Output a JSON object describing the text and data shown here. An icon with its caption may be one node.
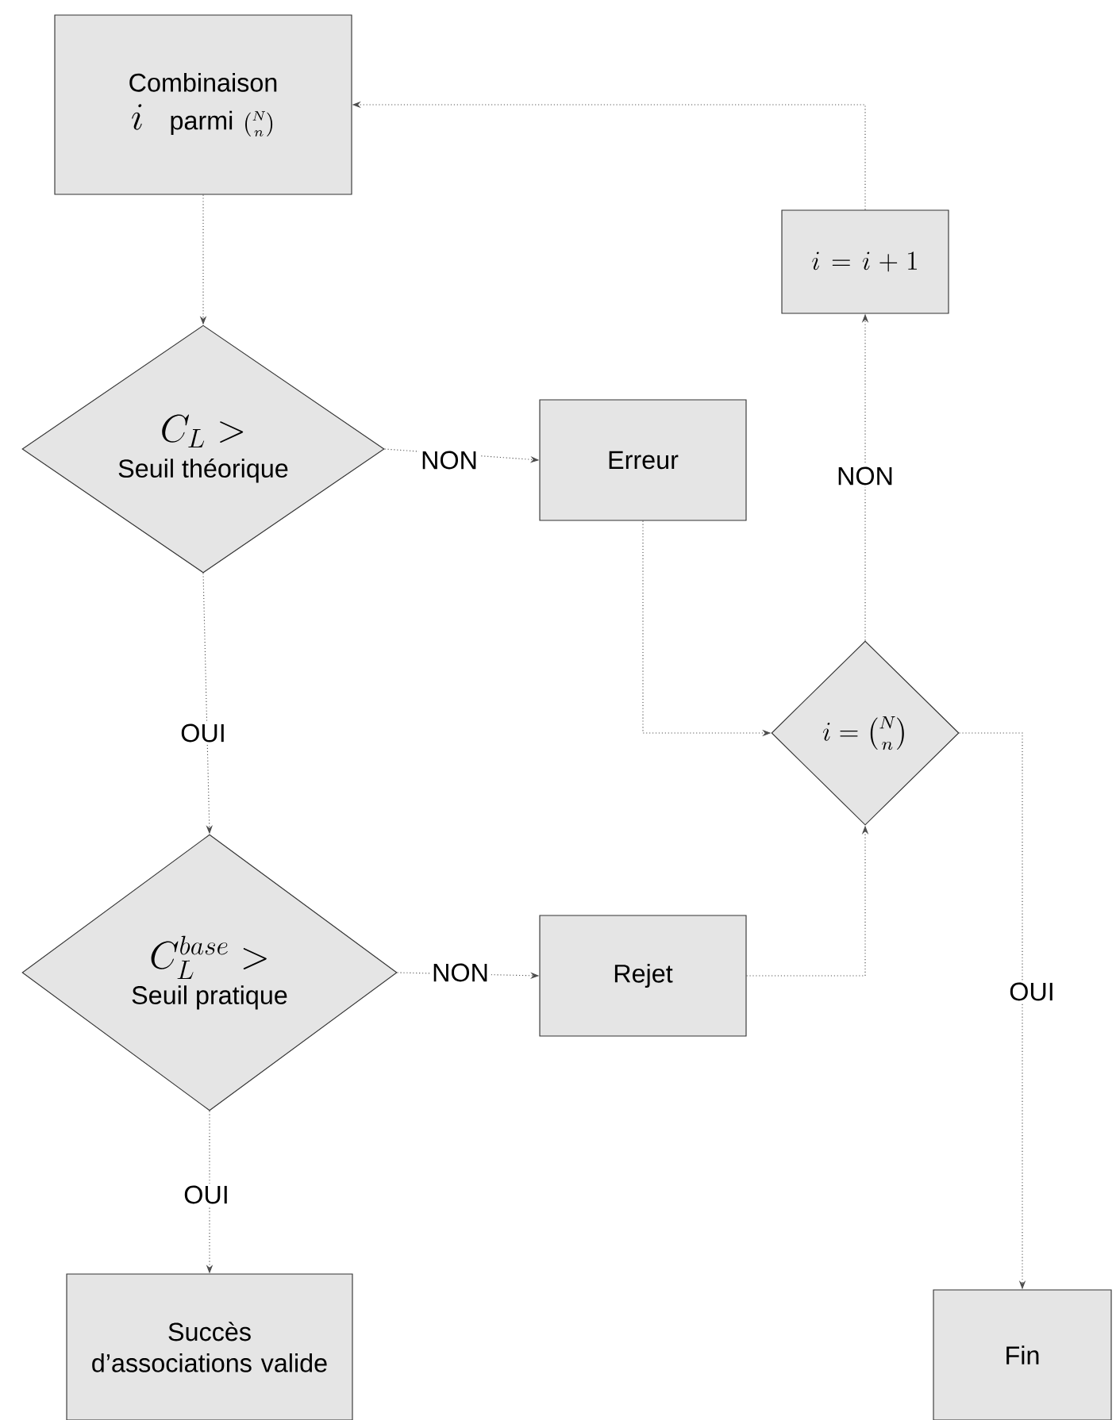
{
  "diagram": {
    "nodes": [
      {
        "text": [
          "Combinaison",
          "i",
          "parmi",
          "\\binom{N}{n}"
        ]
      },
      {
        "text": [
          "C_L >",
          "Seuil théorique"
        ]
      },
      {
        "text": [
          "Erreur"
        ]
      },
      {
        "text": [
          "i = i + 1"
        ]
      },
      {
        "text": [
          "i = \\binom{N}{n}"
        ]
      },
      {
        "text": [
          "C_L^{base} >",
          "Seuil pratique"
        ]
      },
      {
        "text": [
          "Rejet"
        ]
      },
      {
        "text": [
          "Succès d’associations valide"
        ]
      },
      {
        "text": [
          "Fin"
        ]
      }
    ],
    "edges": [
      {
        "from": 0,
        "to": 1,
        "arrow": "to"
      },
      {
        "from": 1,
        "to": 2,
        "arrow": "to",
        "label": "NON"
      },
      {
        "from": 1,
        "to": 5,
        "arrow": "to",
        "label": "OUI"
      },
      {
        "from": 2,
        "to": 4,
        "arrow": "to"
      },
      {
        "from": 5,
        "to": 6,
        "arrow": "to",
        "label": "NON"
      },
      {
        "from": 6,
        "to": 4,
        "arrow": "to"
      },
      {
        "from": 4,
        "to": 3,
        "arrow": "to",
        "label": "NON"
      },
      {
        "from": 3,
        "to": 0,
        "arrow": "to"
      },
      {
        "from": 4,
        "to": 8,
        "arrow": "to",
        "label": "OUI"
      },
      {
        "from": 5,
        "to": 7,
        "arrow": "to",
        "label": "OUI"
      }
    ]
  }
}
